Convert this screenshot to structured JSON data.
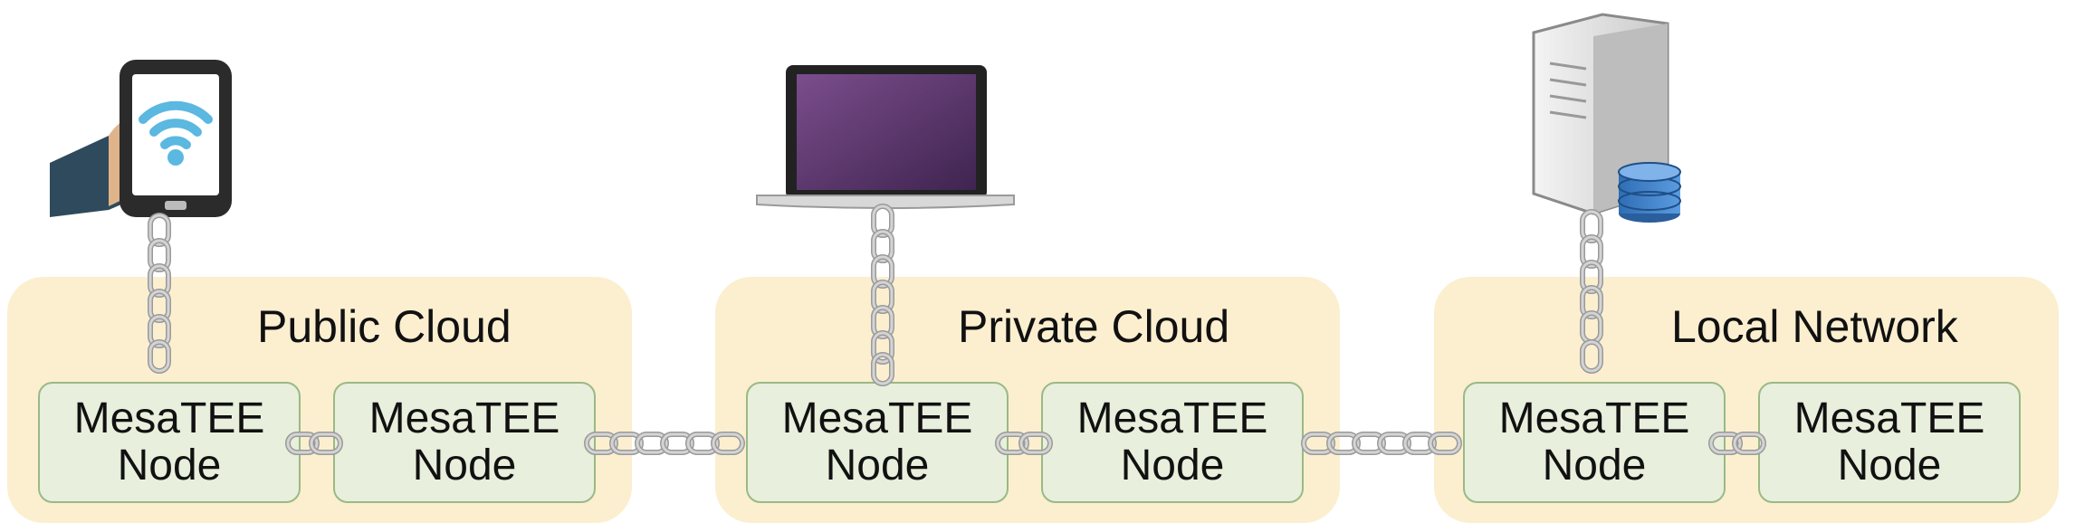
{
  "groups": [
    {
      "title": "Public Cloud",
      "nodes": [
        {
          "line1": "MesaTEE",
          "line2": "Node"
        },
        {
          "line1": "MesaTEE",
          "line2": "Node"
        }
      ]
    },
    {
      "title": "Private Cloud",
      "nodes": [
        {
          "line1": "MesaTEE",
          "line2": "Node"
        },
        {
          "line1": "MesaTEE",
          "line2": "Node"
        }
      ]
    },
    {
      "title": "Local Network",
      "nodes": [
        {
          "line1": "MesaTEE",
          "line2": "Node"
        },
        {
          "line1": "MesaTEE",
          "line2": "Node"
        }
      ]
    }
  ],
  "devices": [
    {
      "icon": "smartphone-wifi-icon"
    },
    {
      "icon": "laptop-icon"
    },
    {
      "icon": "server-database-icon"
    }
  ],
  "colors": {
    "group_fill": "#fbefd0",
    "node_fill": "#e8efdc",
    "node_border": "#9ab984",
    "chain": "#b8b8b8",
    "wifi": "#5bb8e0",
    "laptop_screen": "#6a3f78"
  }
}
